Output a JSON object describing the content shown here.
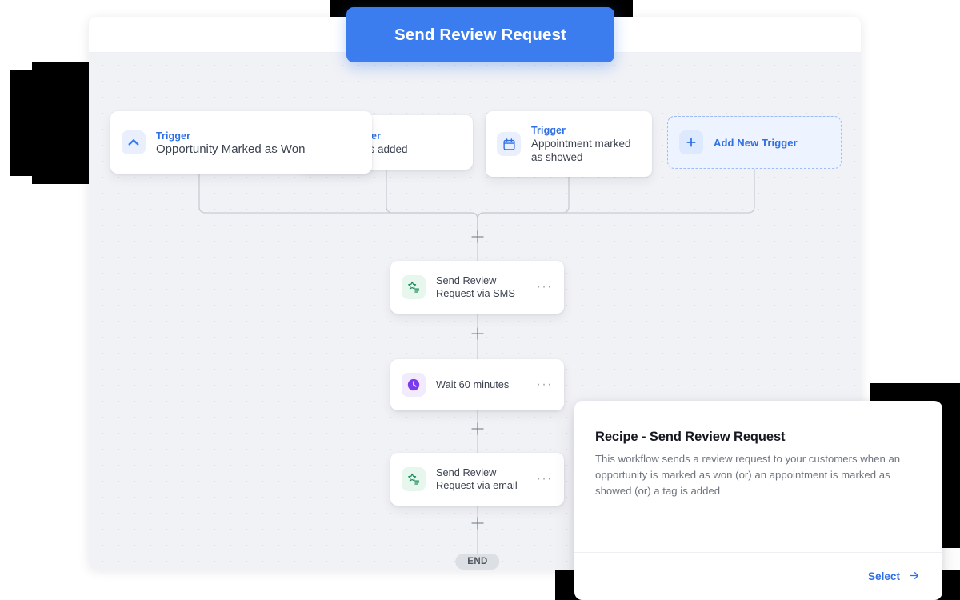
{
  "cta": {
    "label": "Send Review Request"
  },
  "canvas": {
    "triggers": [
      {
        "kind_label": "Trigger",
        "name": "Opportunity Marked as Won",
        "icon": "chevron-up-icon"
      },
      {
        "kind_label": "Trigger",
        "name": "Tag is added",
        "icon": "tag-icon"
      },
      {
        "kind_label": "Trigger",
        "name": "Appointment marked as showed",
        "icon": "calendar-icon"
      }
    ],
    "add_trigger": {
      "label": "Add New Trigger",
      "icon": "plus-icon"
    },
    "actions": [
      {
        "name": "Send Review Request via SMS",
        "icon": "review-star-icon",
        "menu": "···"
      },
      {
        "name": "Wait 60 minutes",
        "icon": "clock-icon",
        "menu": "···"
      },
      {
        "name": "Send Review Request via email",
        "icon": "review-star-icon",
        "menu": "···"
      }
    ],
    "end_label": "END"
  },
  "recipe": {
    "title": "Recipe - Send Review Request",
    "description": "This workflow sends a review request to your customers when an opportunity is marked as won (or) an appointment is marked as showed (or) a tag is added",
    "select_label": "Select",
    "select_icon": "arrow-right-icon"
  },
  "colors": {
    "accent_blue": "#3b7dee",
    "trigger_blue": "#2f6fe4",
    "green": "#1f8a5b",
    "purple": "#7c3aed",
    "canvas_bg": "#f1f2f6",
    "end_badge": "#dcdfe4"
  }
}
